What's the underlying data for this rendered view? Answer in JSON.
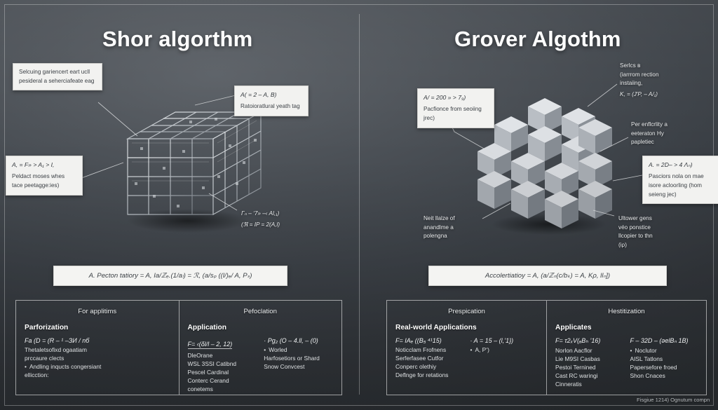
{
  "meta": {
    "bg_dark": "#3c4147",
    "accent_white": "#ffffff",
    "callout_bg": "#f2f2f0",
    "line_color": "#d8dadc"
  },
  "left": {
    "title": "Shor algorthm",
    "callouts": [
      {
        "id": "shor-callout-top-left",
        "eq": "",
        "body": "Selcuing gariencert eart ucll pesideral a seherciafeate eag"
      },
      {
        "id": "shor-callout-left",
        "eq": "A, = F» > A₁ > I,",
        "body": "Peldact moses whes tace peetagge:ies)"
      },
      {
        "id": "shor-callout-right",
        "eq": "A( = 2 – A, В)",
        "body": "Ratoioratlural yeath tag"
      }
    ],
    "free_labels": [
      {
        "id": "shor-label-bottom",
        "line1": "Γₙ – ‘7» –‹ Al,₁)",
        "line2": "(ℜ = IP = 2(A,l)"
      }
    ],
    "formula_bar": "A. Pecton tatiory = A, Ia/ℤₑ.(1/aₗ) = ℛ, (a/sₚ ((l/)ₑ/ A, Pₛ)",
    "panel": {
      "columns": [
        {
          "head": "For applitims",
          "sub": "Parforization",
          "left_eq": "Fa (D = (R – ¹ –ЗИ / nб",
          "left_items": [
            {
              "bullet": false,
              "text": "Thetaletsofixd ogaatiam"
            },
            {
              "bullet": false,
              "text": "prccaure clects"
            },
            {
              "bullet": true,
              "text": "Andling inqucts congersiant"
            },
            {
              "bullet": false,
              "text": "ellicction:"
            }
          ],
          "right_eq": "",
          "right_items": []
        },
        {
          "head": "Pefoclation",
          "sub": "Application",
          "left_eq": "F= ‹(δl/l – 2, 12)",
          "left_items": [
            {
              "bullet": false,
              "text": "DleOrane"
            },
            {
              "bullet": false,
              "text": "WSL 3SSI Catibnd"
            },
            {
              "bullet": false,
              "text": "Pescel Cardinal"
            },
            {
              "bullet": false,
              "text": "Conterc Cerand"
            },
            {
              "bullet": false,
              "text": "conetems"
            }
          ],
          "right_eq": "· Pg₂ (O – 4.ll, – (0)",
          "right_items": [
            {
              "bullet": true,
              "text": "Worled"
            },
            {
              "bullet": false,
              "text": "Harfosetiors or Shard"
            },
            {
              "bullet": false,
              "text": "Snow Convcest"
            }
          ]
        }
      ]
    }
  },
  "right": {
    "title": "Grover Algothm",
    "callouts": [
      {
        "id": "grover-callout-left",
        "eq": "A/ = 200 » > 7₉)",
        "body": "Pacfionce from seoiing jrec)"
      },
      {
        "id": "grover-callout-right",
        "eq": "A. = 2D– > 4 Λₙ)",
        "body": "Pasciors nola on mae isore acloorling (hom seieng jec)"
      }
    ],
    "free_labels": [
      {
        "id": "grover-label-top-right",
        "line1": "Serlcs в",
        "line2": "(iarrrom rection",
        "line3": "instaiing,",
        "eq": "K, = (J′P, – A/₁)"
      },
      {
        "id": "grover-label-mid-right",
        "line1": "Per enflcrlity a",
        "line2": "eeteraton Ну",
        "line3": "pарletieс"
      },
      {
        "id": "grover-label-bottom-left",
        "line1": "Neit llalze of",
        "line2": "anandlme a",
        "line3": "polengna"
      },
      {
        "id": "grover-label-bottom-right",
        "line1": "Ultower gens",
        "line2": "véo ponstice",
        "line3": "llcopier to thn",
        "line4": "(іρ)"
      }
    ],
    "formula_bar": "Accolertiatioy = A, (a/ℤₙ(c/bₖ) = A, Kρ, llₙ])",
    "panel": {
      "columns": [
        {
          "head": "Prespication",
          "sub": "Real-world Applications",
          "left_eq": "F= IAₑ ((В₅ ⁴¹15)",
          "left_items": [
            {
              "bullet": false,
              "text": "Noticclam Frofnens"
            },
            {
              "bullet": false,
              "text": "Serferfasee Cutfor"
            },
            {
              "bullet": false,
              "text": "Conperc olethiy"
            },
            {
              "bullet": false,
              "text": "Deflnge for retations"
            }
          ],
          "right_eq": "·  A = 15 – (l,’1})",
          "right_items": [
            {
              "bullet": true,
              "text": "A, Р‘)"
            }
          ]
        },
        {
          "head": "Hestitization",
          "sub": "Applicates",
          "left_eq": "F= τ2ₓV(ₐВₕ ’16)",
          "left_items": [
            {
              "bullet": false,
              "text": "Norlon Aacflor"
            },
            {
              "bullet": false,
              "text": "Lie M9SI Casbas"
            },
            {
              "bullet": false,
              "text": "Pestoi Ternined"
            },
            {
              "bullet": false,
              "text": "Cast RC waringi"
            },
            {
              "bullet": false,
              "text": "Cinneratis"
            }
          ],
          "right_eq": "F – 32D – (əelВₙ 1В)",
          "right_items": [
            {
              "bullet": true,
              "text": "Noclutor"
            },
            {
              "bullet": false,
              "text": "AISL Tatlons"
            },
            {
              "bullet": false,
              "text": "Papersefore froed"
            },
            {
              "bullet": false,
              "text": "Shon Cnaces"
            }
          ]
        }
      ]
    }
  },
  "caption": "Fisgiue 1214) Ognutum compn"
}
